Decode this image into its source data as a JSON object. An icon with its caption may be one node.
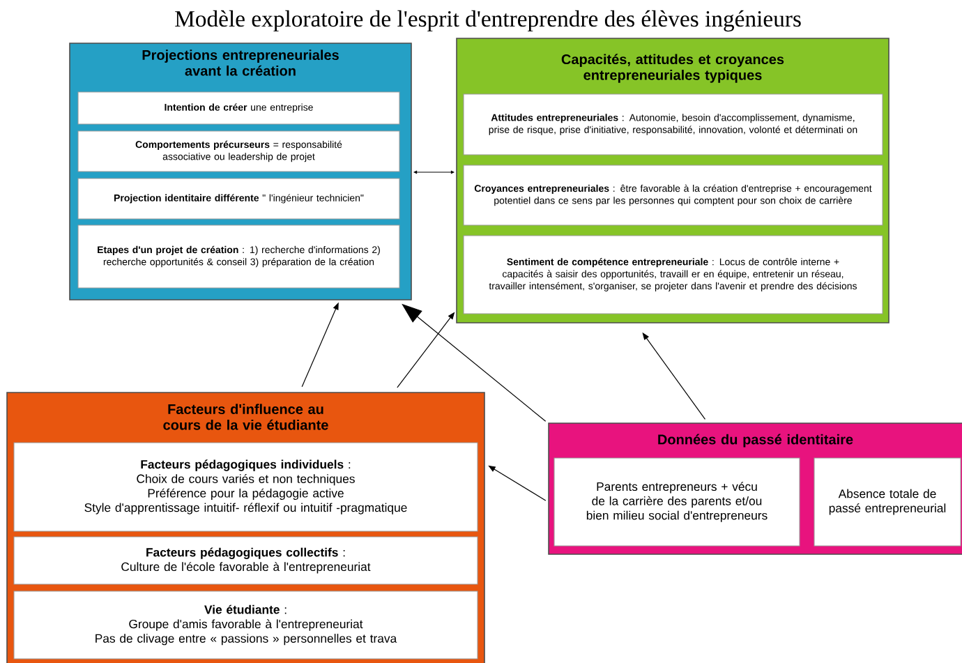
{
  "diagram": {
    "title": "Modèle exploratoire de l'esprit d'entreprendre des élèves ingénieurs",
    "nodes": [
      {
        "text": [
          "Projections entrepreneuriales avant la création"
        ]
      },
      {
        "text": [
          "**Intention de créer** une entreprise"
        ],
        "in": 0
      },
      {
        "text": [
          "**Comportements précurseurs** = responsabilité associative ou leadership de projet"
        ],
        "in": 0
      },
      {
        "text": [
          "**Projection identitaire différente** \" l'ingénieur technicien\""
        ],
        "in": 0
      },
      {
        "text": [
          "**Etapes d'un projet de création** : 1) recherche d'informations 2) recherche opportunités & conseil 3) préparation de la création"
        ],
        "in": 0
      },
      {
        "text": [
          "Capacités, attitudes et croyances entrepreneuriales typiques"
        ]
      },
      {
        "text": [
          "**Attitudes entrepreneuriales** : Autonomie, besoin d'accomplissement, dynamisme, prise de risque, prise d'initiative, responsabilité, innovation, volonté et déterminati on"
        ],
        "in": 5
      },
      {
        "text": [
          "**Croyances entrepreneuriales** : être favorable à la création d'entreprise + encouragement potentiel dans ce sens par les personnes qui comptent pour son choix de carrière"
        ],
        "in": 5
      },
      {
        "text": [
          "**Sentiment de compétence entrepreneuriale** : Locus de contrôle interne + capacités à saisir des opportunités, travaill er en équipe, entretenir un réseau, travailler intensément, s'organiser, se projeter dans l'avenir et prendre des décisions"
        ],
        "in": 5
      },
      {
        "text": [
          "Facteurs d'influence au cours de la vie étudiante"
        ]
      },
      {
        "text": [
          "**Facteurs pédagogiques individuels** :",
          "Choix de cours variés et non techniques",
          "Préférence pour la pédagogie active",
          "Style d'apprentissage intuitif- réflexif ou intuitif -pragmatique"
        ],
        "in": 9
      },
      {
        "text": [
          "**Facteurs pédagogiques collectifs** :",
          "Culture de l'école favorable à l'entrepreneuriat"
        ],
        "in": 9
      },
      {
        "text": [
          "**Vie étudiante** :",
          "Groupe d'amis favorable à l'entrepreneuriat",
          "Pas de clivage entre « passions » personnelles et trava"
        ],
        "in": 9
      },
      {
        "text": [
          "Données du passé identitaire"
        ]
      },
      {
        "text": [
          "Parents entrepreneurs + vécu de la carrière des parents et/ou bien milieu social d'entrepreneurs"
        ],
        "in": 13
      },
      {
        "text": [
          "Absence totale de passé entrepreneurial"
        ],
        "in": 13
      }
    ],
    "edges": [
      {
        "from": 9,
        "to": 0,
        "arrow": "to"
      },
      {
        "from": 9,
        "to": 5,
        "arrow": "to"
      },
      {
        "from": 13,
        "to": 0,
        "arrow": "to"
      },
      {
        "from": 13,
        "to": 5,
        "arrow": "to"
      },
      {
        "from": 13,
        "to": 9,
        "arrow": "to"
      },
      {
        "from": 0,
        "to": 5,
        "arrow": "both"
      }
    ]
  }
}
